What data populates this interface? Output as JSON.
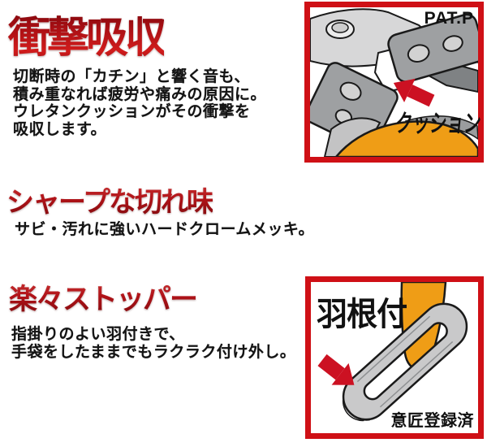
{
  "page": {
    "kind": "product-feature-panel",
    "background": "#ffffff"
  },
  "colors": {
    "frame_red": "#cf1016",
    "arrow_red": "#cc1122",
    "handle_orange": "#ef9d16",
    "metal_light": "#d7d7d8",
    "metal_mid": "#9ea0a2",
    "hole_gray": "#d2d2d2",
    "outline_black": "#1a1a1a",
    "heading_red_dark": "#6f040a",
    "heading_red_bright": "#d11c1c",
    "body_text": "#141414"
  },
  "sections": [
    {
      "id": "shock-absorb",
      "heading": "衝撃吸収",
      "body_lines": [
        "切断時の「カチン」と響く音も、",
        "積み重なれば疲労や痛みの原因に。",
        "ウレタンクッションがその衝撃を",
        "吸収します。"
      ]
    },
    {
      "id": "sharp-cut",
      "heading": "シャープな切れ味",
      "body_lines": [
        "サビ・汚れに強いハードクロームメッキ。"
      ]
    },
    {
      "id": "easy-stopper",
      "heading": "楽々ストッパー",
      "body_lines": [
        "指掛りのよい羽付きで、",
        "手袋をしたままでもラクラク付け外し。"
      ]
    }
  ],
  "figures": {
    "cushion": {
      "illustration": "pruner-pivot-with-urethane-cushion",
      "pat_label": "PAT.P",
      "callout": "クッション",
      "arrow_icon": "arrow-up-left-red"
    },
    "stopper": {
      "illustration": "winged-stopper-loop-on-handle",
      "label": "羽根付",
      "registered_label": "意匠登録済",
      "arrow_icon": "arrow-down-right-red"
    }
  }
}
